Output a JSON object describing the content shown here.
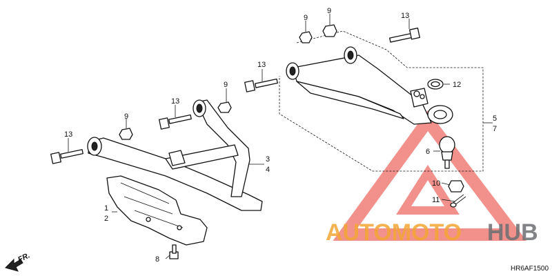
{
  "diagram": {
    "colors": {
      "line": "#111111",
      "watermark_red": "#e8392f",
      "watermark_orange": "#f4a535",
      "watermark_gray": "#6d6e71"
    },
    "callouts": {
      "c1": "1",
      "c2": "2",
      "c3": "3",
      "c4": "4",
      "c5": "5",
      "c6": "6",
      "c7": "7",
      "c8": "8",
      "c9a": "9",
      "c9b": "9",
      "c9c": "9",
      "c9d": "9",
      "c10": "10",
      "c11": "11",
      "c12": "12",
      "c13a": "13",
      "c13b": "13",
      "c13c": "13",
      "c13d": "13"
    },
    "direction_label": "FR.",
    "diagram_code": "HR6AF1500"
  },
  "watermark": {
    "part1": "AUTOMOTO",
    "part2": "HUB"
  }
}
